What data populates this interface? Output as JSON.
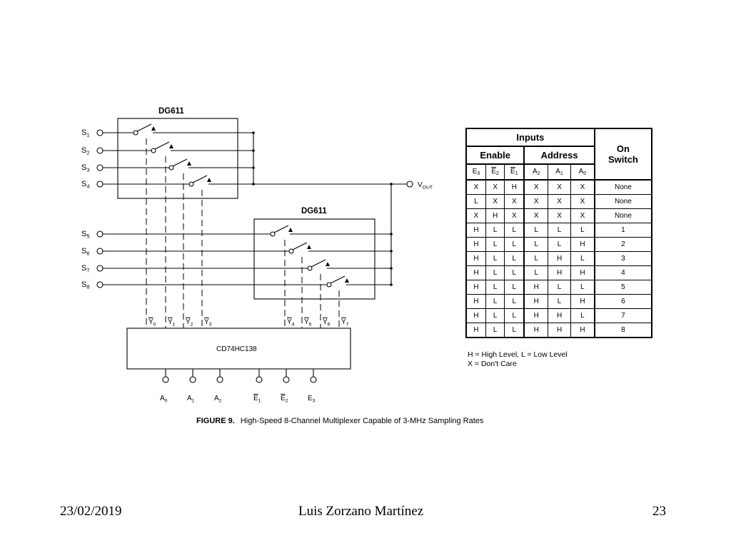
{
  "diagram": {
    "chip_top_label": "DG611",
    "chip_bottom_label": "DG611",
    "decoder_label": "CD74HC138",
    "inputs": [
      {
        "main": "S",
        "sub": "1"
      },
      {
        "main": "S",
        "sub": "2"
      },
      {
        "main": "S",
        "sub": "3"
      },
      {
        "main": "S",
        "sub": "4"
      },
      {
        "main": "S",
        "sub": "5"
      },
      {
        "main": "S",
        "sub": "6"
      },
      {
        "main": "S",
        "sub": "7"
      },
      {
        "main": "S",
        "sub": "8"
      }
    ],
    "output": {
      "main": "V",
      "sub": "OUT"
    },
    "decoder_outputs": [
      {
        "main": "Y",
        "sub": "0"
      },
      {
        "main": "Y",
        "sub": "1"
      },
      {
        "main": "Y",
        "sub": "2"
      },
      {
        "main": "Y",
        "sub": "3"
      },
      {
        "main": "Y",
        "sub": "4"
      },
      {
        "main": "Y",
        "sub": "5"
      },
      {
        "main": "Y",
        "sub": "6"
      },
      {
        "main": "Y",
        "sub": "7"
      }
    ],
    "decoder_inputs": [
      {
        "main": "A",
        "sub": "0",
        "bar": false
      },
      {
        "main": "A",
        "sub": "1",
        "bar": false
      },
      {
        "main": "A",
        "sub": "2",
        "bar": false
      },
      {
        "main": "E",
        "sub": "1",
        "bar": true
      },
      {
        "main": "E",
        "sub": "2",
        "bar": true
      },
      {
        "main": "E",
        "sub": "3",
        "bar": false
      }
    ],
    "caption_prefix": "FIGURE 9.",
    "caption_text": "High-Speed 8-Channel Multiplexer Capable of 3-MHz Sampling Rates"
  },
  "truth_table": {
    "header_inputs": "Inputs",
    "header_enable": "Enable",
    "header_address": "Address",
    "header_on": "On",
    "header_switch": "Switch",
    "columns": [
      {
        "main": "E",
        "sub": "3",
        "bar": false
      },
      {
        "main": "E",
        "sub": "2",
        "bar": true
      },
      {
        "main": "E",
        "sub": "1",
        "bar": true
      },
      {
        "main": "A",
        "sub": "2",
        "bar": false
      },
      {
        "main": "A",
        "sub": "1",
        "bar": false
      },
      {
        "main": "A",
        "sub": "0",
        "bar": false
      }
    ],
    "rows": [
      [
        "X",
        "X",
        "H",
        "X",
        "X",
        "X",
        "None"
      ],
      [
        "L",
        "X",
        "X",
        "X",
        "X",
        "X",
        "None"
      ],
      [
        "X",
        "H",
        "X",
        "X",
        "X",
        "X",
        "None"
      ],
      [
        "H",
        "L",
        "L",
        "L",
        "L",
        "L",
        "1"
      ],
      [
        "H",
        "L",
        "L",
        "L",
        "L",
        "H",
        "2"
      ],
      [
        "H",
        "L",
        "L",
        "L",
        "H",
        "L",
        "3"
      ],
      [
        "H",
        "L",
        "L",
        "L",
        "H",
        "H",
        "4"
      ],
      [
        "H",
        "L",
        "L",
        "H",
        "L",
        "L",
        "5"
      ],
      [
        "H",
        "L",
        "L",
        "H",
        "L",
        "H",
        "6"
      ],
      [
        "H",
        "L",
        "L",
        "H",
        "H",
        "L",
        "7"
      ],
      [
        "H",
        "L",
        "L",
        "H",
        "H",
        "H",
        "8"
      ]
    ],
    "legend_line1": "H = High Level, L = Low Level",
    "legend_line2": "X = Don't Care"
  },
  "footer": {
    "date": "23/02/2019",
    "author": "Luis Zorzano Martínez",
    "page": "23"
  }
}
